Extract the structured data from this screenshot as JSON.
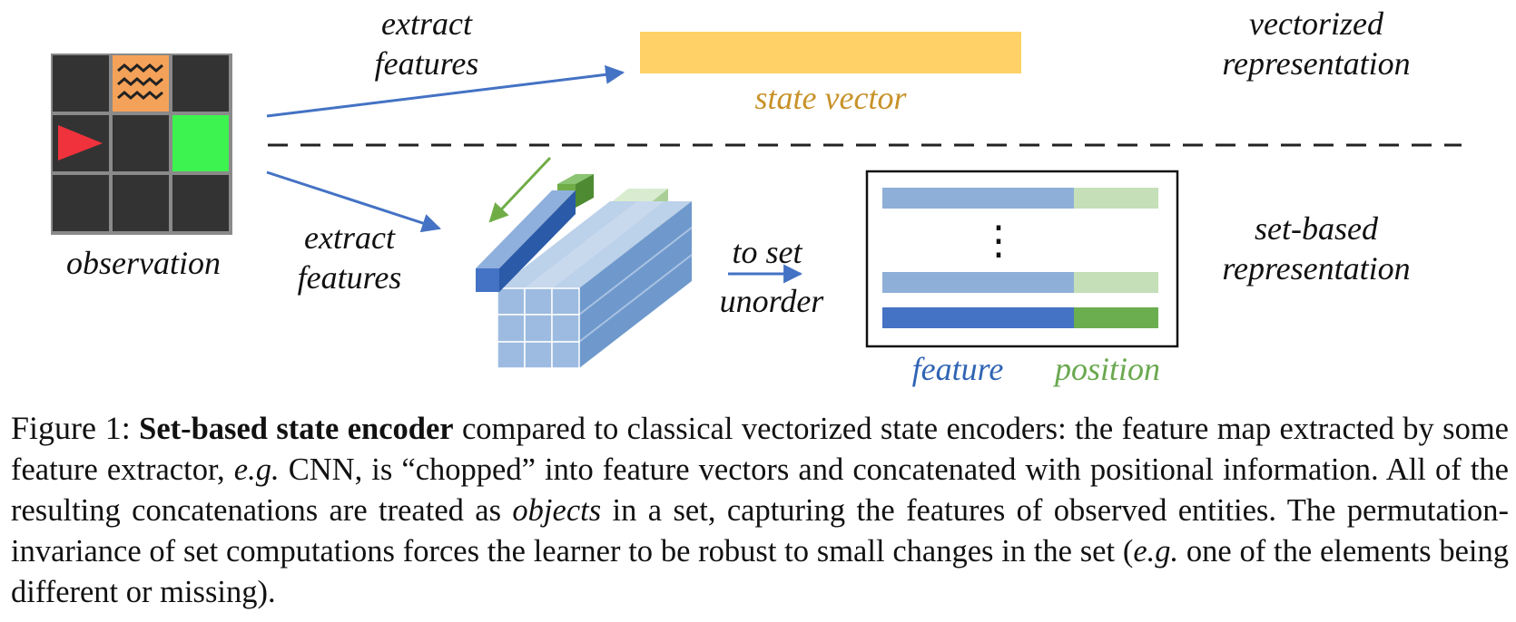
{
  "figure": {
    "labels": {
      "extract_features_top": [
        "extract",
        "features"
      ],
      "extract_features_bottom": [
        "extract",
        "features"
      ],
      "state_vector": "state vector",
      "vectorized_representation": [
        "vectorized",
        "representation"
      ],
      "observation": "observation",
      "to_set": "to set",
      "unorder": "unorder",
      "set_based_representation": [
        "set-based",
        "representation"
      ],
      "feature": "feature",
      "position": "position",
      "ellipsis": "⋮"
    },
    "colors": {
      "state_vector_bar": "#FFD166",
      "state_vector_text": "#C8922A",
      "arrow_blue": "#4472C4",
      "arrow_green": "#70AD47",
      "feature_dark": "#4472C4",
      "feature_light": "#8EAFD8",
      "position_dark": "#6AAE4F",
      "position_light": "#C5DFB8",
      "grid_dark": "#333333",
      "grid_orange": "#F4A259",
      "grid_green": "#3CF34F",
      "agent_red": "#F0323C",
      "feature_label": "#3064B4",
      "position_label": "#6AA84F"
    },
    "icons": {
      "agent": "red-triangle-agent-icon",
      "water": "water-waves-icon",
      "goal": "green-goal-cell"
    }
  },
  "caption": {
    "head": "Figure 1:",
    "bold": "Set-based state encoder",
    "t1": " compared to classical vectorized state encoders: the feature map extracted by some feature extractor, ",
    "eg1": "e.g.",
    "t2": " CNN, is “chopped” into feature vectors and concatenated with positional information. All of the resulting concatenations are treated as ",
    "objects": "objects",
    "t3": " in a set, capturing the features of observed entities. The permutation-invariance of set computations forces the learner to be robust to small changes in the set (",
    "eg2": "e.g.",
    "t4": " one of the elements being different or missing)."
  }
}
